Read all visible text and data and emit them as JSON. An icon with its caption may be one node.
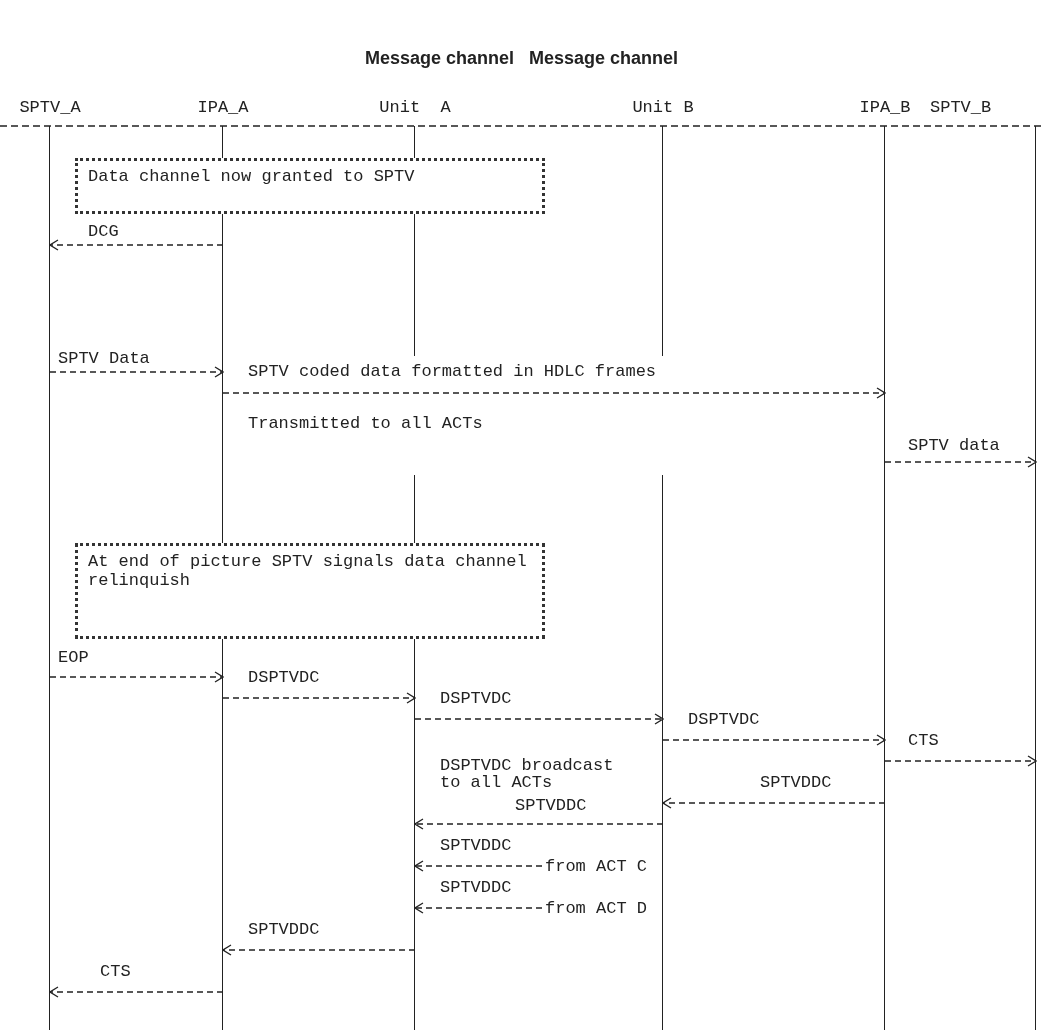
{
  "diagram": {
    "title": "Message channel   Message channel",
    "nodes": [
      {
        "text": [
          "SPTV_A"
        ]
      },
      {
        "text": [
          "IPA_A"
        ]
      },
      {
        "text": [
          "Unit  A"
        ]
      },
      {
        "text": [
          "Unit B"
        ]
      },
      {
        "text": [
          "IPA_B"
        ]
      },
      {
        "text": [
          "SPTV_B"
        ]
      },
      {
        "text": [
          "Data channel now granted to SPTV"
        ]
      },
      {
        "text": [
          "At end of picture SPTV signals data channel relinquish"
        ]
      },
      {
        "text": [
          "from ACT C"
        ]
      },
      {
        "text": [
          "from ACT D"
        ]
      }
    ],
    "edges": [
      {
        "from": 1,
        "to": 0,
        "arrow": "to",
        "label": "DCG",
        "style": "dashed"
      },
      {
        "from": 0,
        "to": 1,
        "arrow": "to",
        "label": "SPTV Data",
        "style": "dashed"
      },
      {
        "from": 1,
        "to": 4,
        "arrow": "to",
        "label": "SPTV coded data formatted in HDLC frames",
        "style": "dashed"
      },
      {
        "from": 4,
        "to": 5,
        "arrow": "to",
        "label": "SPTV data",
        "style": "dashed"
      },
      {
        "from": 0,
        "to": 1,
        "arrow": "to",
        "label": "EOP",
        "style": "dashed"
      },
      {
        "from": 1,
        "to": 2,
        "arrow": "to",
        "label": "DSPTVDC",
        "style": "dashed"
      },
      {
        "from": 2,
        "to": 3,
        "arrow": "to",
        "label": "DSPTVDC",
        "style": "dashed"
      },
      {
        "from": 3,
        "to": 4,
        "arrow": "to",
        "label": "DSPTVDC",
        "style": "dashed"
      },
      {
        "from": 4,
        "to": 5,
        "arrow": "to",
        "label": "CTS",
        "style": "dashed"
      },
      {
        "from": 4,
        "to": 3,
        "arrow": "to",
        "label": "SPTVDDC",
        "style": "dashed"
      },
      {
        "from": 3,
        "to": 2,
        "arrow": "to",
        "label": "SPTVDDC",
        "style": "dashed"
      },
      {
        "from": 8,
        "to": 2,
        "arrow": "to",
        "label": "SPTVDDC",
        "style": "dashed"
      },
      {
        "from": 9,
        "to": 2,
        "arrow": "to",
        "label": "SPTVDDC",
        "style": "dashed"
      },
      {
        "from": 2,
        "to": 1,
        "arrow": "to",
        "label": "SPTVDDC",
        "style": "dashed"
      },
      {
        "from": 1,
        "to": 0,
        "arrow": "to",
        "label": "CTS",
        "style": "dashed"
      }
    ],
    "labels": [
      "Transmitted to all ACTs",
      "DSPTVDC broadcast to all ACTs"
    ]
  }
}
